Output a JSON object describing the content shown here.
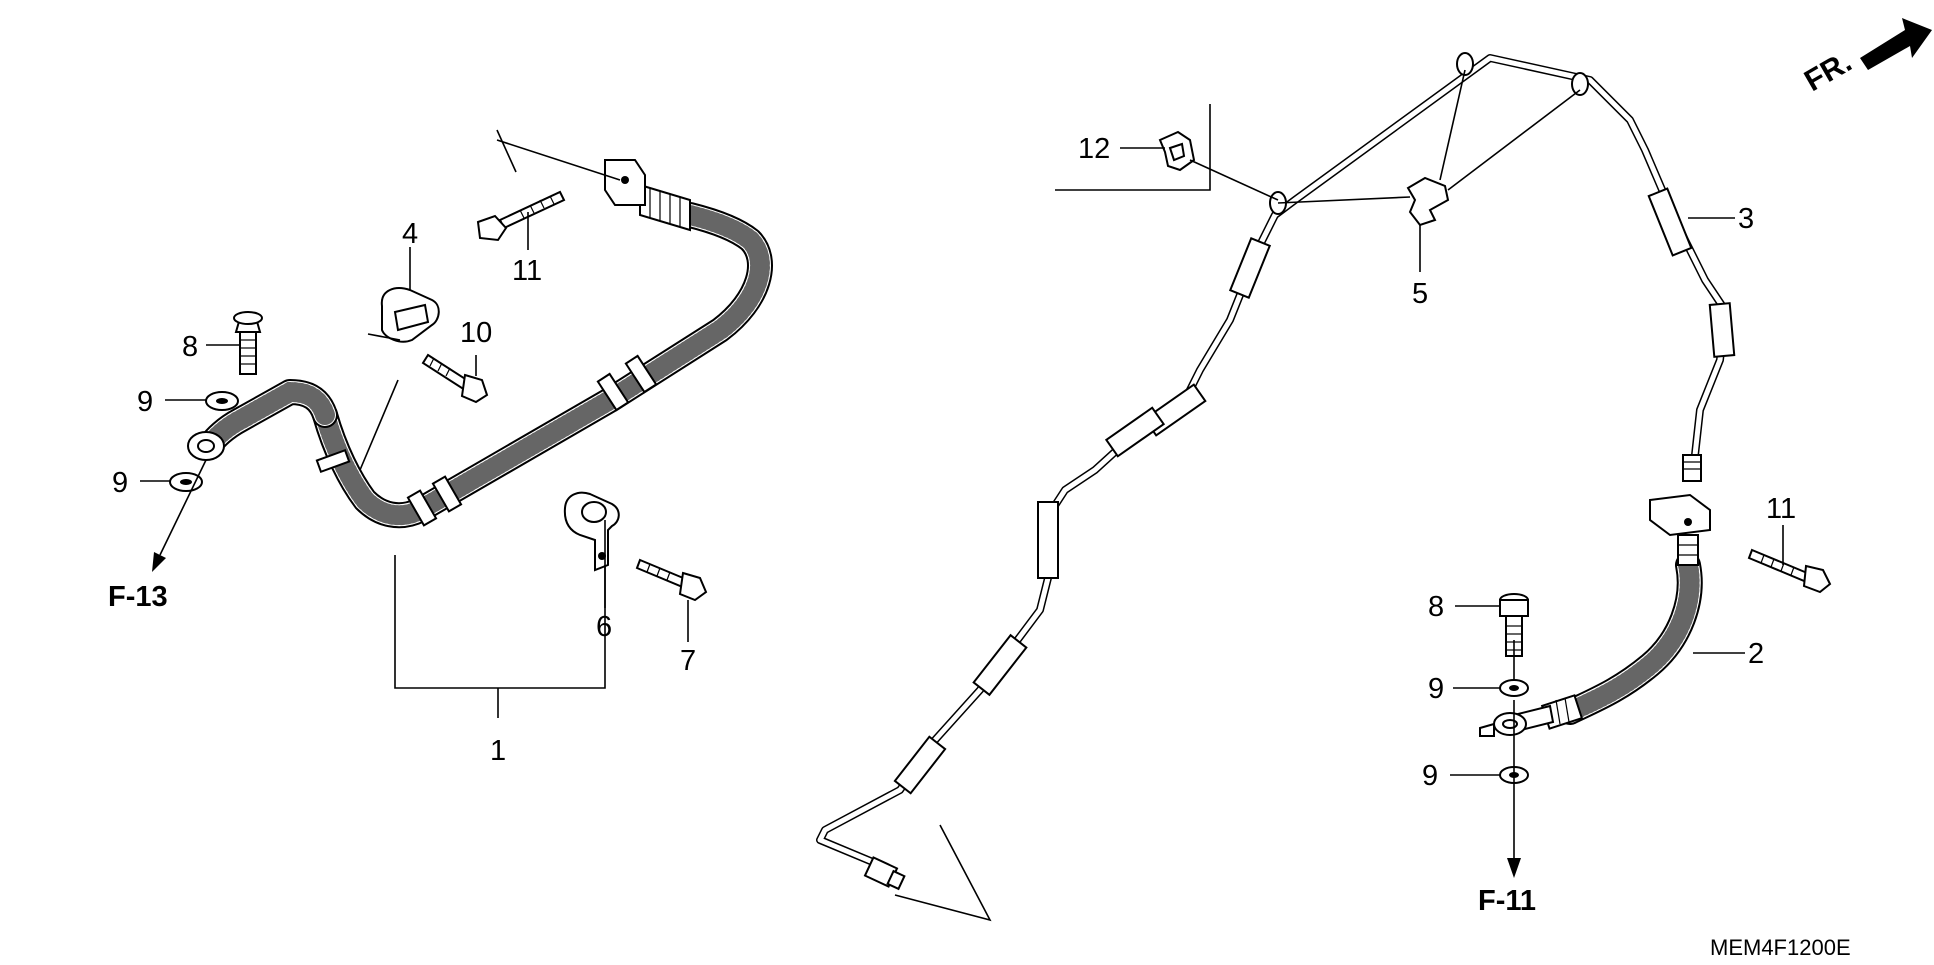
{
  "diagram": {
    "figure_code": "MEM4F1200E",
    "front_indicator": "FR.",
    "references": {
      "left": "F-13",
      "right": "F-11"
    },
    "callouts": {
      "c1": "1",
      "c2": "2",
      "c3": "3",
      "c4": "4",
      "c5": "5",
      "c6": "6",
      "c7": "7",
      "c8_left": "8",
      "c8_right": "8",
      "c9_left_upper": "9",
      "c9_left_lower": "9",
      "c9_right_upper": "9",
      "c9_right_lower": "9",
      "c10": "10",
      "c11_left": "11",
      "c11_right": "11",
      "c12": "12"
    }
  }
}
